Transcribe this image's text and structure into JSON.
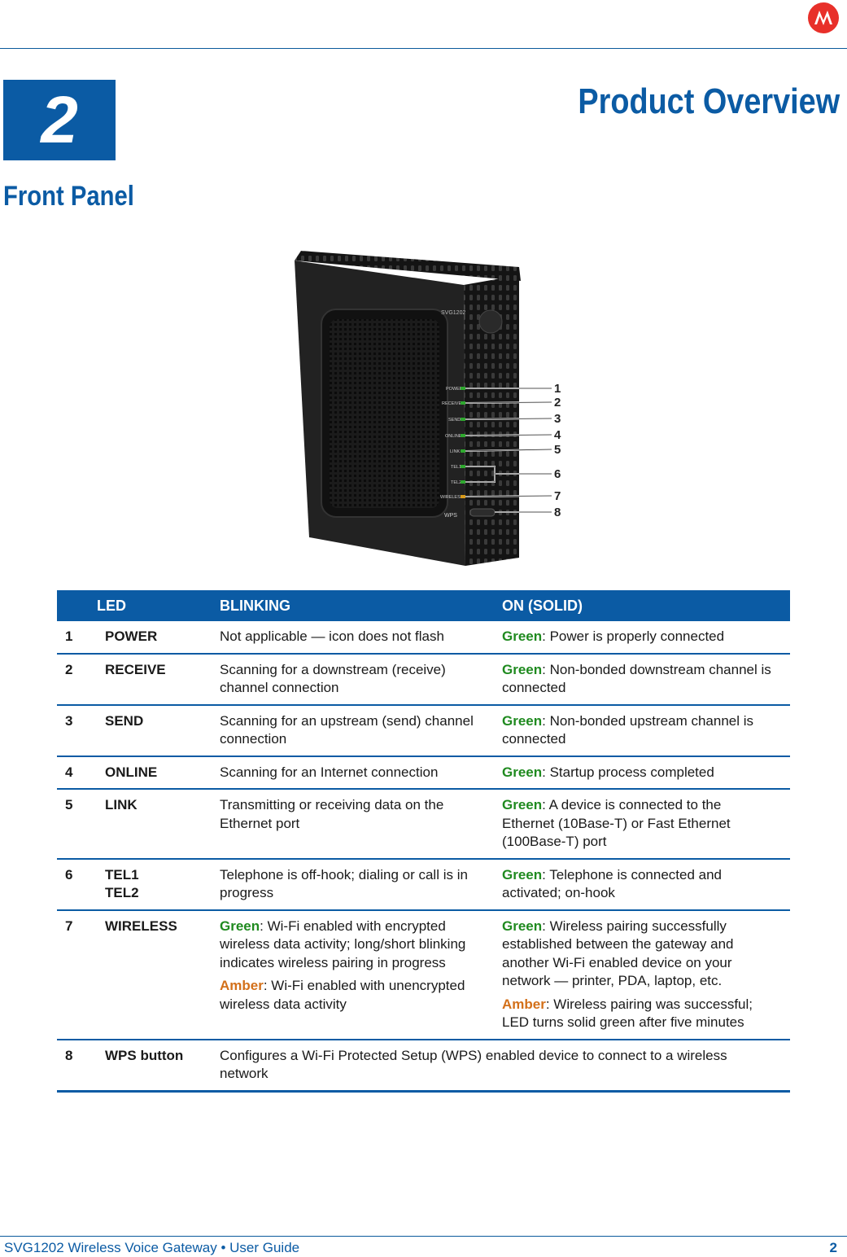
{
  "header": {
    "logo": "motorola-logo"
  },
  "chapter": {
    "number": "2",
    "title": "Product Overview"
  },
  "section": {
    "title": "Front Panel"
  },
  "device": {
    "model": "SVG1202",
    "panel_labels": [
      "POWER",
      "RECEIVE",
      "SEND",
      "ONLINE",
      "LINK",
      "TEL1",
      "TEL2",
      "WIRELESS"
    ],
    "wps_label": "WPS",
    "callouts": [
      "1",
      "2",
      "3",
      "4",
      "5",
      "6",
      "7",
      "8"
    ]
  },
  "table": {
    "headers": {
      "led": "LED",
      "blinking": "BLINKING",
      "solid": "ON (SOLID)"
    },
    "rows": [
      {
        "num": "1",
        "led": "POWER",
        "blinking": "Not applicable — icon does not flash",
        "solid_color": "Green",
        "solid": ": Power is properly connected"
      },
      {
        "num": "2",
        "led": "RECEIVE",
        "blinking": "Scanning for a downstream (receive) channel connection",
        "solid_color": "Green",
        "solid": ": Non-bonded downstream channel is connected"
      },
      {
        "num": "3",
        "led": "SEND",
        "blinking": "Scanning for an upstream (send) channel connection",
        "solid_color": "Green",
        "solid": ": Non-bonded upstream channel is connected"
      },
      {
        "num": "4",
        "led": "ONLINE",
        "blinking": "Scanning for an Internet connection",
        "solid_color": "Green",
        "solid": ": Startup process completed"
      },
      {
        "num": "5",
        "led": "LINK",
        "blinking": "Transmitting or receiving data on the Ethernet port",
        "solid_color": "Green",
        "solid": ": A device is connected to the Ethernet (10Base-T) or Fast Ethernet (100Base-T) port"
      },
      {
        "num": "6",
        "led": "TEL1",
        "led2": "TEL2",
        "blinking": "Telephone is off-hook; dialing or call is in progress",
        "solid_color": "Green",
        "solid": ": Telephone is connected and activated; on-hook"
      },
      {
        "num": "7",
        "led": "WIRELESS",
        "blink_green": "Green",
        "blink_green_text": ": Wi-Fi enabled with encrypted wireless data activity; long/short blinking indicates wireless pairing in progress",
        "blink_amber": "Amber",
        "blink_amber_text": ": Wi-Fi enabled with unencrypted wireless data activity",
        "solid_green": "Green",
        "solid_green_text": ": Wireless pairing successfully established between the gateway and another Wi-Fi enabled device on your network — printer, PDA, laptop, etc.",
        "solid_amber": "Amber",
        "solid_amber_text": ": Wireless pairing was successful; LED turns solid green after five minutes"
      },
      {
        "num": "8",
        "led": "WPS button",
        "description": "Configures a Wi-Fi Protected Setup (WPS) enabled device to connect to a wireless network"
      }
    ]
  },
  "footer": {
    "text": "SVG1202 Wireless Voice Gateway • User Guide",
    "page": "2"
  },
  "colors": {
    "accent": "#0b5ba4",
    "green": "#1f8a1f",
    "amber": "#d3701a",
    "logo_red": "#e8302a"
  }
}
